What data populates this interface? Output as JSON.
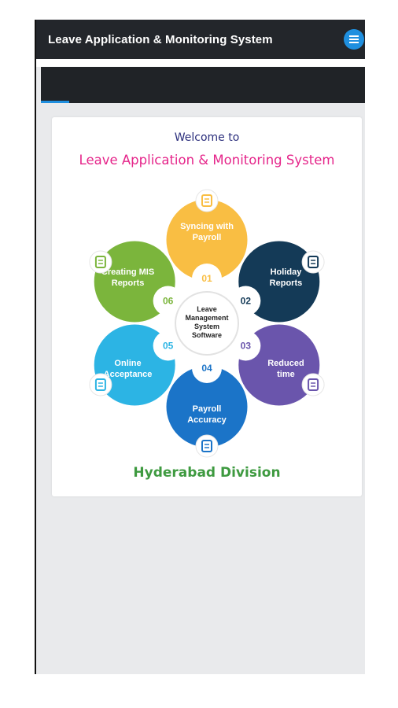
{
  "appbar": {
    "title": "Leave Application & Monitoring System",
    "menu_icon": "menu-icon"
  },
  "card": {
    "welcome": "Welcome to",
    "system_name": "Leave Application & Monitoring System",
    "division": "Hyderabad Division"
  },
  "diagram": {
    "center": [
      "Leave",
      "Management",
      "System",
      "Software"
    ],
    "petals": [
      {
        "num": "01",
        "lines": [
          "Syncing with",
          "Payroll"
        ],
        "color": "#f9be43",
        "icon": "sync-icon"
      },
      {
        "num": "02",
        "lines": [
          "Holiday",
          "Reports"
        ],
        "color": "#143a57",
        "icon": "report-icon"
      },
      {
        "num": "03",
        "lines": [
          "Reduced",
          "time"
        ],
        "color": "#6a55ac",
        "icon": "hourglass-icon"
      },
      {
        "num": "04",
        "lines": [
          "Payroll",
          "Accuracy"
        ],
        "color": "#1b74c8",
        "icon": "payroll-icon"
      },
      {
        "num": "05",
        "lines": [
          "Online",
          "Acceptance"
        ],
        "color": "#2cb4e4",
        "icon": "touch-icon"
      },
      {
        "num": "06",
        "lines": [
          "Creating MIS",
          "Reports"
        ],
        "color": "#7bb53c",
        "icon": "mis-icon"
      }
    ]
  }
}
